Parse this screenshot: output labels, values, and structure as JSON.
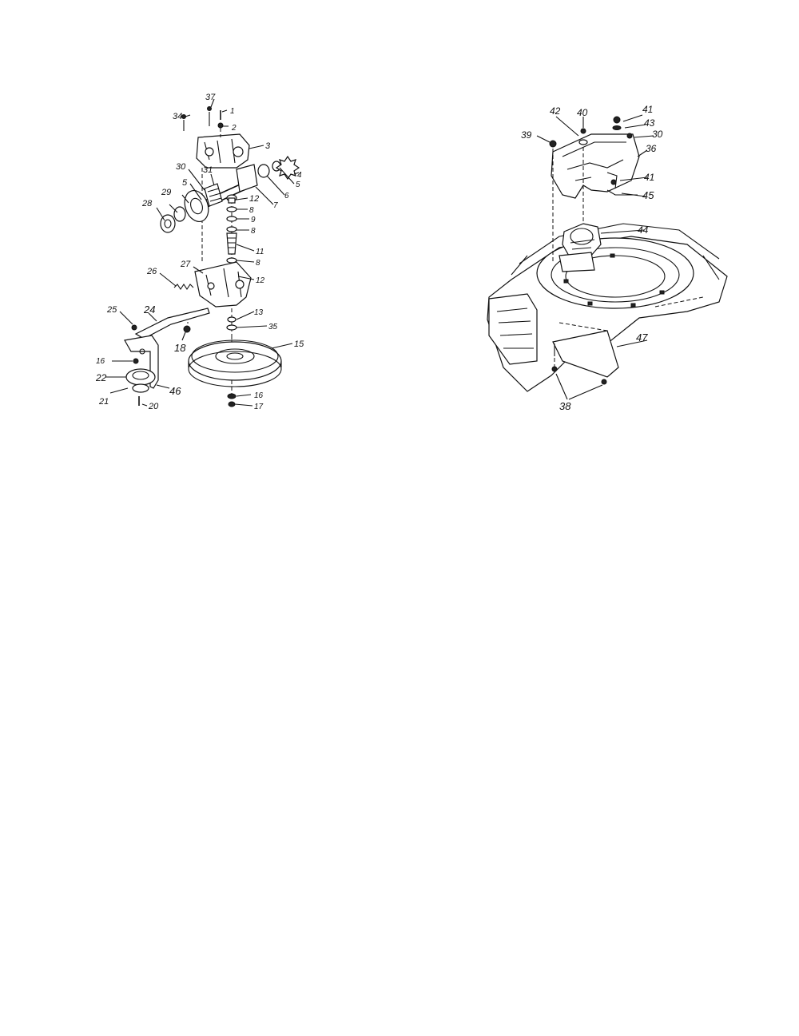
{
  "left_diagram": {
    "labels": [
      "37",
      "1",
      "34",
      "2",
      "3",
      "31",
      "30",
      "5",
      "29",
      "28",
      "12",
      "8",
      "9",
      "8",
      "11",
      "8",
      "12",
      "4",
      "5",
      "6",
      "7",
      "27",
      "26",
      "25",
      "24",
      "18",
      "13",
      "35",
      "15",
      "16",
      "22",
      "21",
      "46",
      "20",
      "16",
      "17"
    ]
  },
  "right_diagram": {
    "labels": [
      "42",
      "40",
      "41",
      "43",
      "39",
      "30",
      "36",
      "41",
      "45",
      "44",
      "47",
      "38"
    ]
  }
}
